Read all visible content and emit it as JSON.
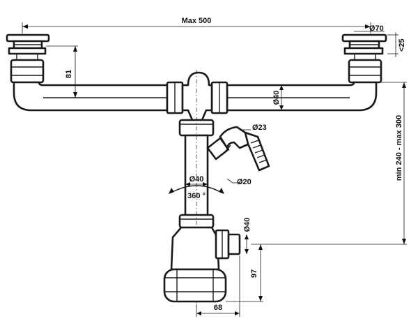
{
  "dimensions": {
    "max_width": "Max 500",
    "strainer_diameter": "Ø70",
    "strainer_height": "<25",
    "tail_height": "81",
    "pipe_diameter_upper": "Ø40",
    "hose_connector_diameter": "Ø23",
    "hose_end_diameter": "Ø20",
    "vertical_pipe_diameter": "Ø40",
    "rotation": "360 °",
    "outlet_diameter": "Ø40",
    "height_range": "min 240 - max 300",
    "trap_height": "97",
    "trap_offset": "68"
  },
  "colors": {
    "line": "#1a1a1a",
    "background": "#ffffff"
  }
}
